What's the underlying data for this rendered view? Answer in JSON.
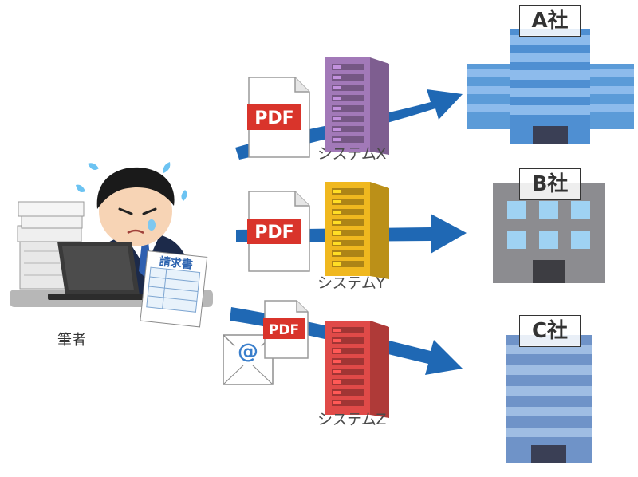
{
  "author": {
    "label": "筆者"
  },
  "invoice": {
    "label": "請求書"
  },
  "pdf": {
    "label": "PDF"
  },
  "email": {
    "symbol": "@"
  },
  "systems": [
    {
      "label": "システムX",
      "color": "#a279b8"
    },
    {
      "label": "システムY",
      "color": "#f0b81f"
    },
    {
      "label": "システムZ",
      "color": "#e04a48"
    }
  ],
  "companies": [
    {
      "label": "A社",
      "color": "#5b9bd8"
    },
    {
      "label": "B社",
      "color": "#8c8c90"
    },
    {
      "label": "C社",
      "color": "#6f93c8"
    }
  ],
  "colors": {
    "arrow": "#1f68b4",
    "pdf_red": "#d9342b",
    "doc_bg": "#ffffff"
  }
}
